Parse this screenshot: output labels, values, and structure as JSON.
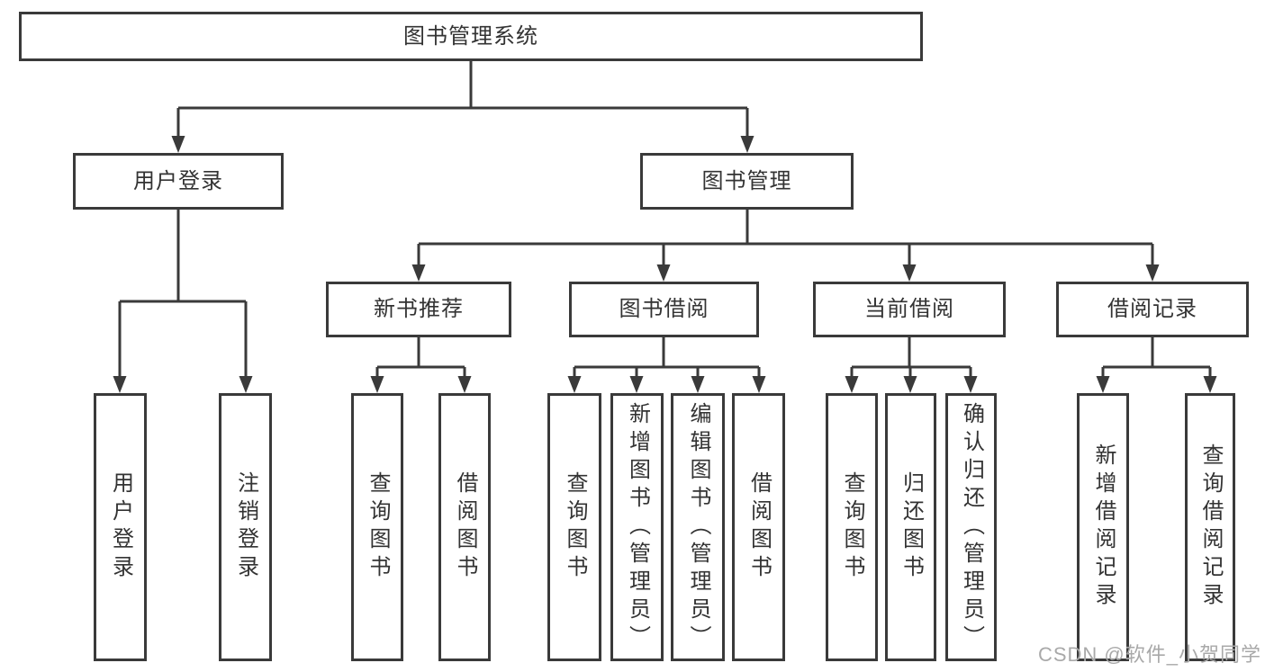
{
  "diagram": {
    "title_node": "图书管理系统",
    "level1": {
      "user_login": "用户登录",
      "book_mgmt": "图书管理"
    },
    "level2": {
      "new_book_recommend": "新书推荐",
      "book_borrow": "图书借阅",
      "current_borrow": "当前借阅",
      "borrow_record": "借阅记录"
    },
    "leaves": {
      "user_login": [
        "用户登录",
        "注销登录"
      ],
      "new_book_recommend": [
        "查询图书",
        "借阅图书"
      ],
      "book_borrow": [
        "查询图书",
        "新增图书（管理员）",
        "编辑图书（管理员）",
        "借阅图书"
      ],
      "current_borrow": [
        "查询图书",
        "归还图书",
        "确认归还（管理员）"
      ],
      "borrow_record": [
        "新增借阅记录",
        "查询借阅记录"
      ]
    }
  },
  "watermark": "CSDN @软件_小贺同学",
  "colors": {
    "line": "#3a3a3a",
    "box_border": "#3a3a3a",
    "text": "#333333",
    "watermark": "#a9a9a9",
    "background": "#ffffff"
  }
}
